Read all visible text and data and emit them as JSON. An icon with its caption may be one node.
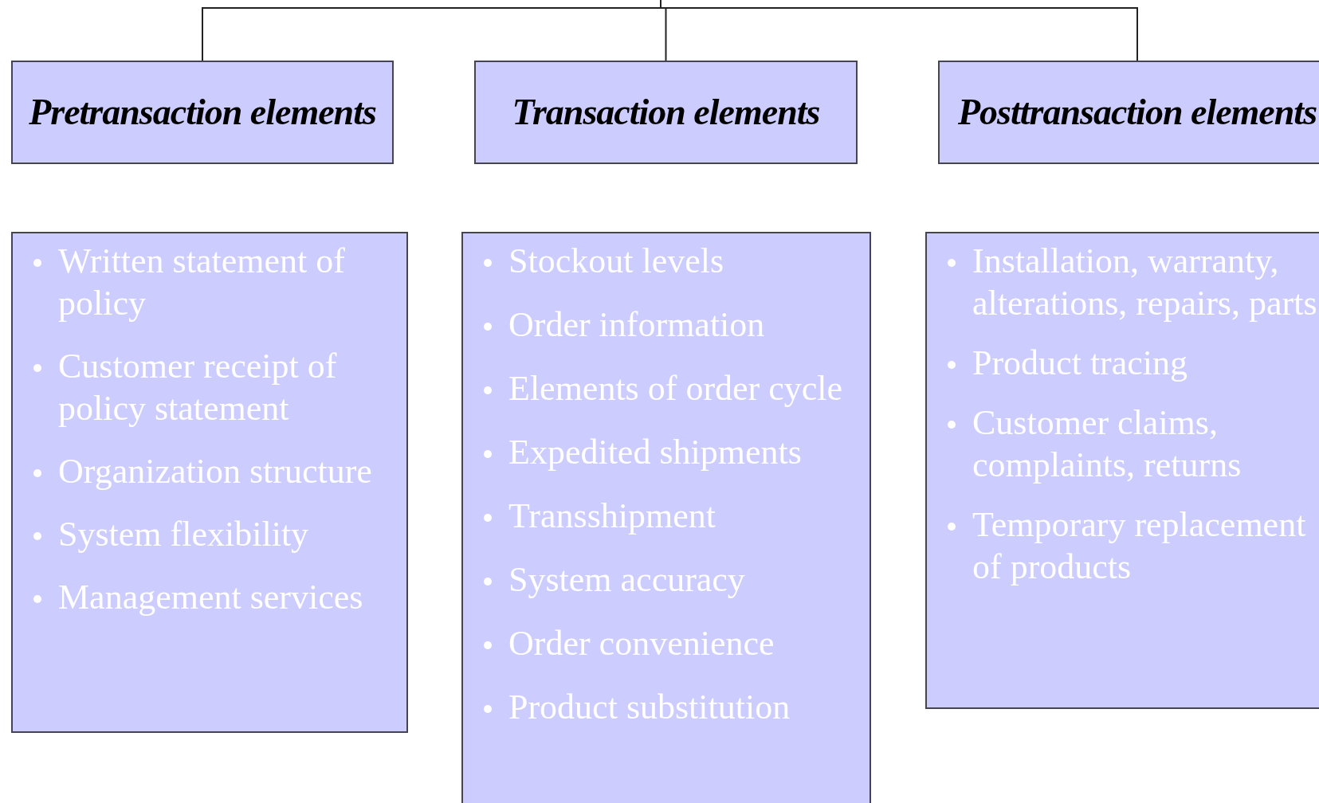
{
  "diagram": {
    "nodes": [
      {
        "text": [
          "Pretransaction elements"
        ]
      },
      {
        "text": [
          "Transaction elements"
        ]
      },
      {
        "text": [
          "Posttransaction elements"
        ]
      },
      {
        "text": [
          "Written statement of policy",
          "Customer receipt of policy statement",
          "Organization structure",
          "System flexibility",
          "Management services"
        ]
      },
      {
        "text": [
          "Stockout levels",
          "Order information",
          "Elements of order cycle",
          "Expedited shipments",
          "Transshipment",
          "System accuracy",
          "Order convenience",
          "Product substitution"
        ]
      },
      {
        "text": [
          "Installation, warranty, alterations, repairs, parts",
          "Product tracing",
          "Customer claims, complaints, returns",
          "Temporary replacement of products"
        ]
      }
    ],
    "edges": [
      {
        "from": null,
        "to": 0,
        "arrow": "none"
      },
      {
        "from": null,
        "to": 1,
        "arrow": "none"
      },
      {
        "from": null,
        "to": 2,
        "arrow": "none"
      }
    ]
  }
}
